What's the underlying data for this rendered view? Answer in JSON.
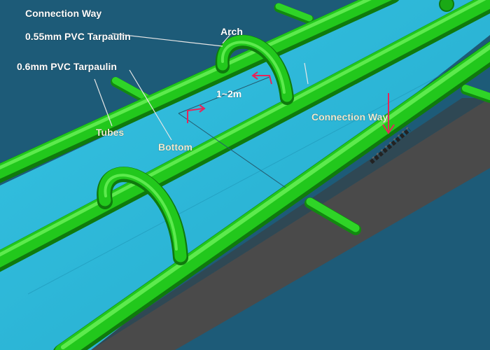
{
  "labels": {
    "connection_way_top": "Connection Way",
    "tarpaulin_055": "0.55mm PVC Tarpaulin",
    "tarpaulin_06": "0.6mm PVC Tarpaulin",
    "arch": "Arch",
    "dimension": "1~2m",
    "connection_way_right": "Connection Way",
    "tubes": "Tubes",
    "bottom": "Bottom"
  },
  "colors": {
    "background": "#1d5b78",
    "water": "#2ab7d8",
    "tube": "#22c81c",
    "tube_shadow": "#128a10",
    "tube_highlight": "#7dff6a",
    "floor": "#4d4d4d",
    "label_white": "#ffffff",
    "label_cream": "#ecebd2",
    "marker": "#e8245a"
  }
}
